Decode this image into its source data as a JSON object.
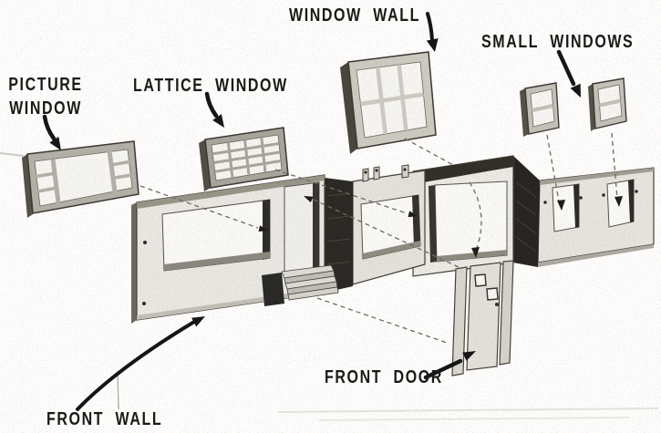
{
  "colors": {
    "paper": "#fffefd",
    "ink": "#1b1a17",
    "wall_face": "#eae8e2",
    "deep_shadow": "#282622"
  },
  "labels": {
    "picture_window_line1": "PICTURE",
    "picture_window_line2": "WINDOW",
    "lattice_window": "LATTICE WINDOW",
    "window_wall": "WINDOW WALL",
    "small_windows": "SMALL WINDOWS",
    "front_door": "FRONT DOOR",
    "front_wall": "FRONT WALL"
  }
}
